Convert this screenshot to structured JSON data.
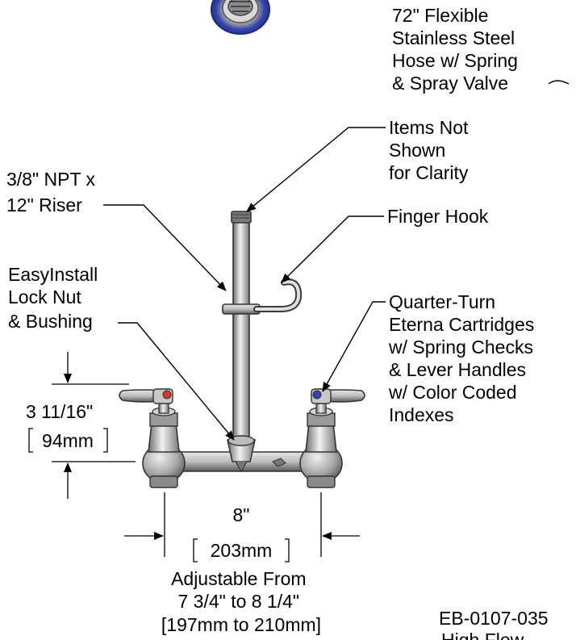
{
  "callouts": {
    "hose": [
      "72\" Flexible",
      "Stainless Steel",
      "Hose w/ Spring",
      "& Spray Valve"
    ],
    "not_shown": [
      "Items Not",
      "Shown",
      "for Clarity"
    ],
    "riser": [
      "3/8\" NPT x",
      "12\" Riser"
    ],
    "finger_hook": [
      "Finger Hook"
    ],
    "lock_nut": [
      "EasyInstall",
      "Lock Nut",
      "& Bushing"
    ],
    "cartridges": [
      "Quarter-Turn",
      "Eterna Cartridges",
      "w/ Spring Checks",
      "& Lever Handles",
      "w/ Color Coded",
      "Indexes"
    ]
  },
  "dimensions": {
    "height_in": "3 11/16\"",
    "height_mm": "94mm",
    "width_in": "8\"",
    "width_mm": "203mm",
    "adjust": [
      "Adjustable From",
      "7 3/4\" to 8 1/4\"",
      "[197mm to 210mm]"
    ]
  },
  "footer": {
    "part_number": "EB-0107-035",
    "subtitle": "High Flow"
  },
  "colors": {
    "metal_light": "#e3e3e3",
    "metal_mid": "#9c9c9c",
    "metal_dark": "#4d4d4d",
    "valve_blue": "#3346b0",
    "index_red": "#d43a2a"
  }
}
